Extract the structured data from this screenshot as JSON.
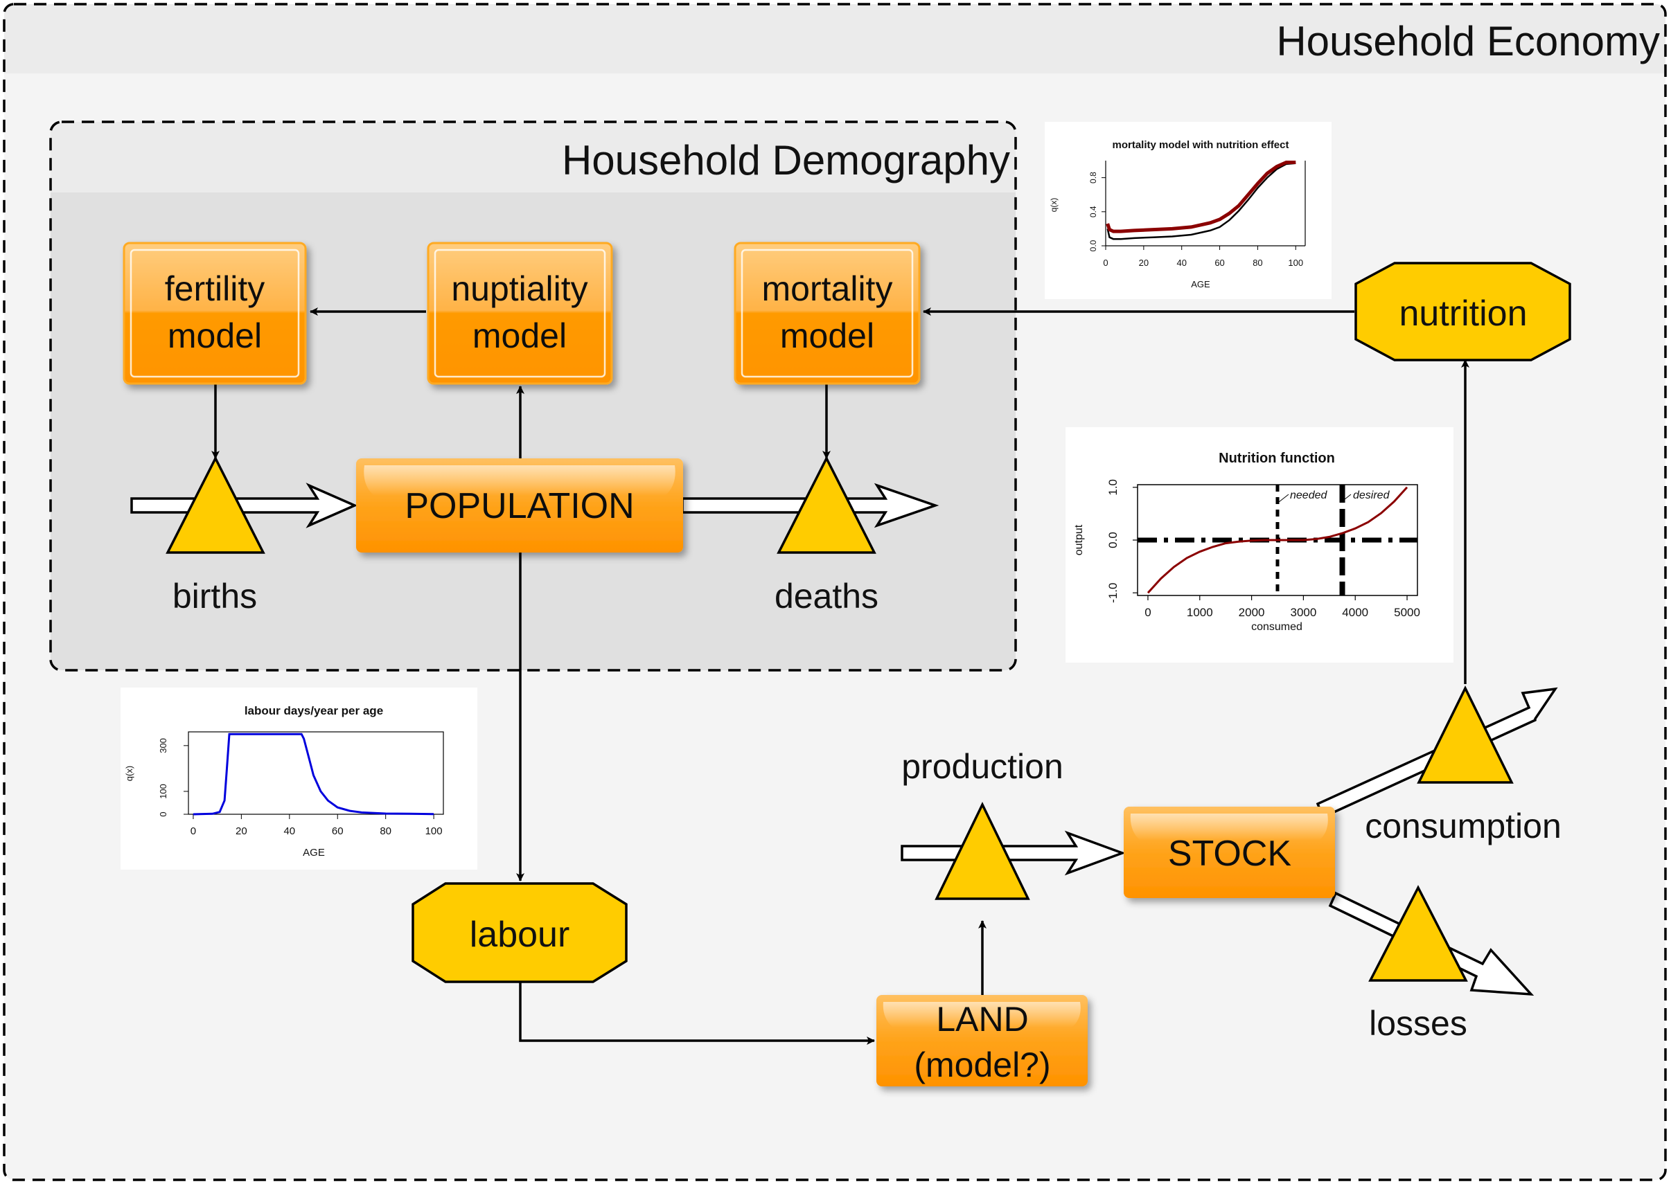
{
  "economy": {
    "title": "Household Economy"
  },
  "demography": {
    "title": "Household Demography"
  },
  "models": {
    "fertility": {
      "line1": "fertility",
      "line2": "model"
    },
    "nuptiality": {
      "line1": "nuptiality",
      "line2": "model"
    },
    "mortality": {
      "line1": "mortality",
      "line2": "model"
    }
  },
  "stocks": {
    "population": "POPULATION",
    "stock": "STOCK",
    "land_line1": "LAND",
    "land_line2": "(model?)"
  },
  "flows": {
    "births": "births",
    "deaths": "deaths",
    "production": "production",
    "consumption": "consumption",
    "losses": "losses"
  },
  "auxiliaries": {
    "nutrition": "nutrition",
    "labour": "labour"
  },
  "colors": {
    "orange": "#ff9900",
    "orange_light": "#ffc266",
    "yellow": "#ffcc00",
    "panel_outer": "#f4f4f4",
    "panel_inner": "#e0e0e0",
    "header": "#ebebeb"
  },
  "chart_data": [
    {
      "type": "line",
      "title": "mortality model with nutrition effect",
      "xlabel": "AGE",
      "ylabel": "q(x)",
      "xticks": [
        "0",
        "20",
        "40",
        "60",
        "80",
        "100"
      ],
      "yticks": [
        "0.0",
        "0.4",
        "0.8"
      ],
      "xlim": [
        0,
        105
      ],
      "ylim": [
        0,
        1
      ],
      "series": [
        {
          "x": [
            1,
            2,
            4,
            8,
            15,
            25,
            35,
            45,
            55,
            60,
            65,
            70,
            75,
            80,
            85,
            90,
            95,
            100
          ],
          "values": [
            0.2,
            0.1,
            0.08,
            0.08,
            0.09,
            0.1,
            0.11,
            0.13,
            0.18,
            0.22,
            0.3,
            0.41,
            0.54,
            0.68,
            0.8,
            0.9,
            0.96,
            0.97
          ]
        },
        {
          "x": [
            1,
            2,
            4,
            8,
            15,
            25,
            35,
            45,
            55,
            60,
            65,
            70,
            75,
            80,
            85,
            90,
            95,
            100
          ],
          "values": [
            0.26,
            0.19,
            0.17,
            0.17,
            0.18,
            0.19,
            0.2,
            0.22,
            0.27,
            0.31,
            0.38,
            0.47,
            0.6,
            0.73,
            0.85,
            0.93,
            0.98,
            0.98
          ]
        }
      ]
    },
    {
      "type": "line",
      "title": "Nutrition function",
      "xlabel": "consumed",
      "ylabel": "output",
      "xticks": [
        "0",
        "1000",
        "2000",
        "3000",
        "4000",
        "5000"
      ],
      "yticks": [
        "-1.0",
        "0.0",
        "1.0"
      ],
      "xlim": [
        -200,
        5200
      ],
      "ylim": [
        -1.05,
        1.05
      ],
      "annotations": [
        "needed",
        "desired"
      ],
      "needed_x": 2500,
      "desired_x": 3750,
      "hline_y": 0,
      "series": [
        {
          "x": [
            0,
            250,
            500,
            750,
            1000,
            1250,
            1500,
            1750,
            2000,
            2250,
            2500,
            2750,
            3000,
            3250,
            3500,
            3750,
            4000,
            4250,
            4500,
            4750,
            5000
          ],
          "values": [
            -1.0,
            -0.73,
            -0.51,
            -0.34,
            -0.22,
            -0.13,
            -0.06,
            -0.03,
            -0.01,
            0.0,
            0.0,
            0.0,
            0.0,
            0.02,
            0.06,
            0.13,
            0.22,
            0.34,
            0.51,
            0.73,
            1.0
          ]
        }
      ]
    },
    {
      "type": "line",
      "title": "labour days/year per age",
      "xlabel": "AGE",
      "ylabel": "q(x)",
      "xticks": [
        "0",
        "20",
        "40",
        "60",
        "80",
        "100"
      ],
      "yticks": [
        "0",
        "100",
        "300"
      ],
      "xlim": [
        -2,
        104
      ],
      "ylim": [
        0,
        360
      ],
      "series": [
        {
          "x": [
            0,
            8,
            11,
            13,
            14,
            15,
            20,
            30,
            40,
            45,
            46,
            48,
            50,
            53,
            56,
            60,
            65,
            70,
            80,
            90,
            100
          ],
          "values": [
            0,
            2,
            10,
            60,
            200,
            350,
            350,
            350,
            350,
            350,
            330,
            250,
            170,
            100,
            60,
            30,
            15,
            8,
            3,
            2,
            1
          ]
        }
      ]
    }
  ]
}
